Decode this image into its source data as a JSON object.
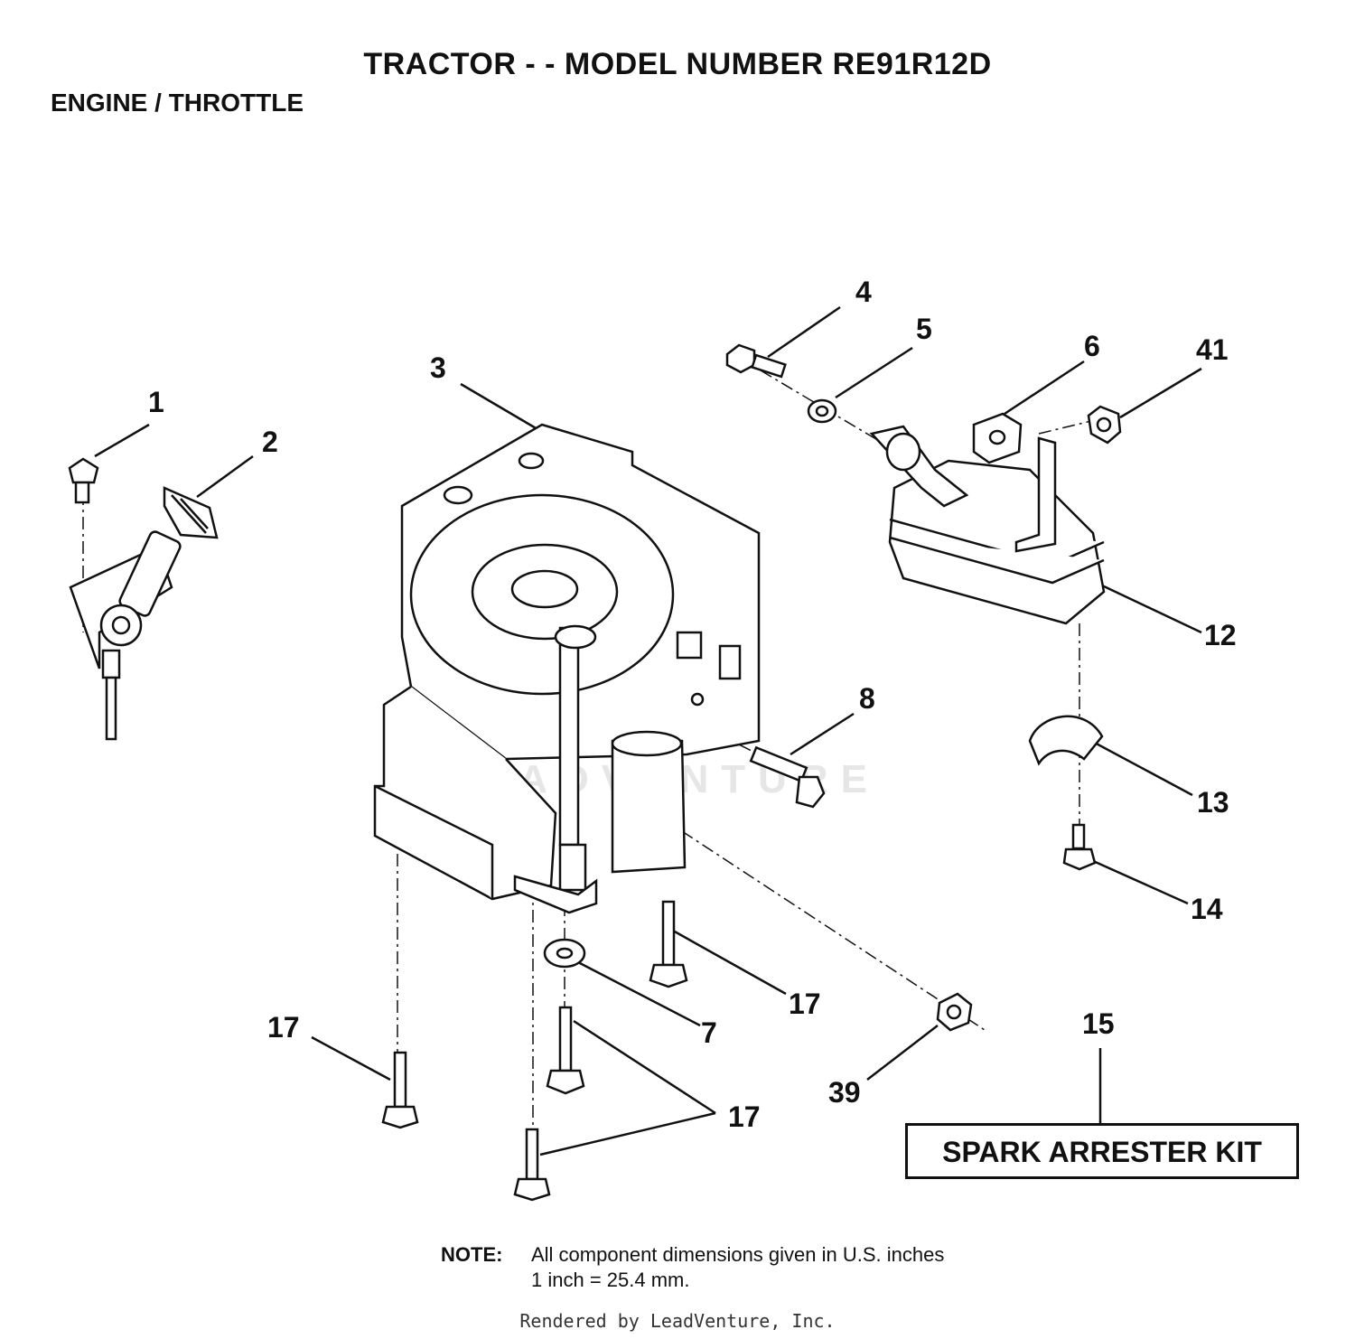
{
  "header": {
    "title": "TRACTOR - - MODEL NUMBER RE91R12D",
    "section": "ENGINE / THROTTLE"
  },
  "callouts": {
    "c1": "1",
    "c2": "2",
    "c3": "3",
    "c4": "4",
    "c5": "5",
    "c6": "6",
    "c41": "41",
    "c8": "8",
    "c12": "12",
    "c13": "13",
    "c14": "14",
    "c15": "15",
    "c17a": "17",
    "c17b": "17",
    "c17c": "17",
    "c7": "7",
    "c39": "39"
  },
  "kit_label": "SPARK ARRESTER KIT",
  "note": {
    "label": "NOTE:",
    "line1": "All component dimensions given in U.S. inches",
    "line2": "1 inch = 25.4 mm."
  },
  "watermark": "LEADVENTURE",
  "footer": "Rendered by LeadVenture, Inc."
}
